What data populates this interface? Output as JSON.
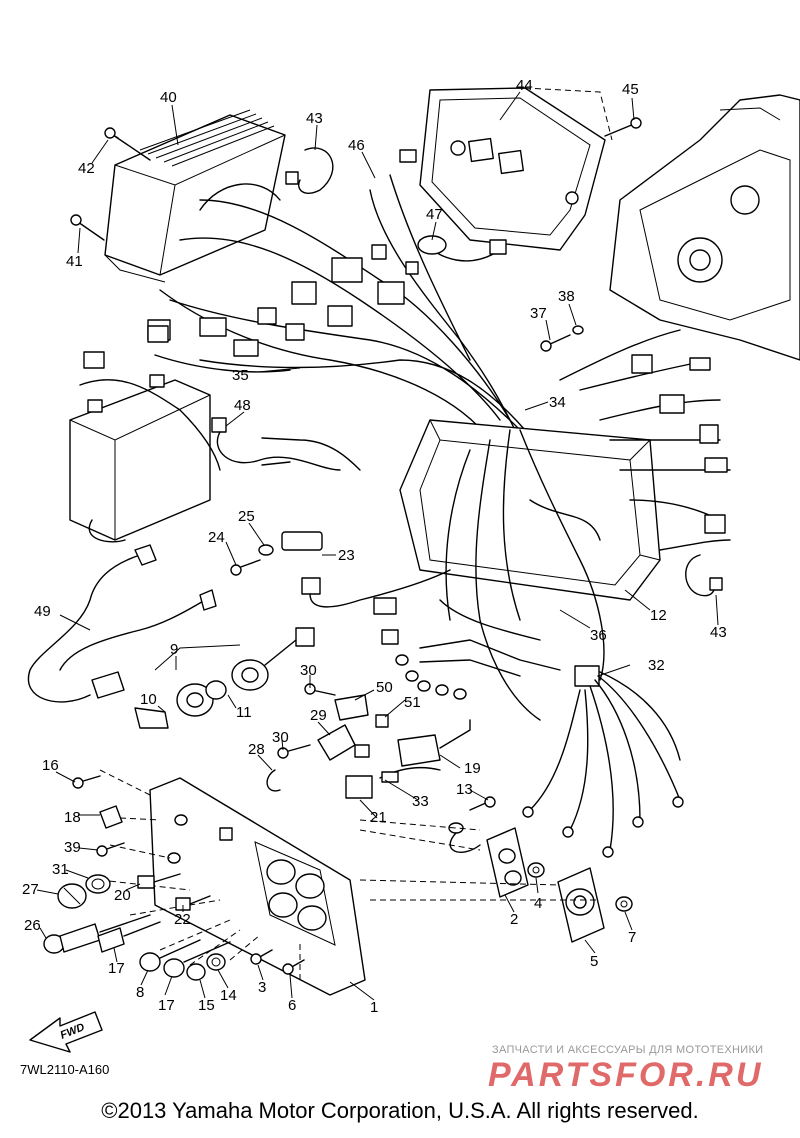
{
  "diagram": {
    "callouts": [
      {
        "id": "40",
        "label": "40"
      },
      {
        "id": "42",
        "label": "42"
      },
      {
        "id": "41",
        "label": "41"
      },
      {
        "id": "43a",
        "label": "43"
      },
      {
        "id": "46",
        "label": "46"
      },
      {
        "id": "44",
        "label": "44"
      },
      {
        "id": "45",
        "label": "45"
      },
      {
        "id": "47",
        "label": "47"
      },
      {
        "id": "37",
        "label": "37"
      },
      {
        "id": "38",
        "label": "38"
      },
      {
        "id": "35",
        "label": "35"
      },
      {
        "id": "34",
        "label": "34"
      },
      {
        "id": "48",
        "label": "48"
      },
      {
        "id": "25",
        "label": "25"
      },
      {
        "id": "24",
        "label": "24"
      },
      {
        "id": "23",
        "label": "23"
      },
      {
        "id": "12",
        "label": "12"
      },
      {
        "id": "43b",
        "label": "43"
      },
      {
        "id": "49",
        "label": "49"
      },
      {
        "id": "9",
        "label": "9"
      },
      {
        "id": "36",
        "label": "36"
      },
      {
        "id": "32",
        "label": "32"
      },
      {
        "id": "30a",
        "label": "30"
      },
      {
        "id": "50",
        "label": "50"
      },
      {
        "id": "10",
        "label": "10"
      },
      {
        "id": "11",
        "label": "11"
      },
      {
        "id": "29",
        "label": "29"
      },
      {
        "id": "51",
        "label": "51"
      },
      {
        "id": "28",
        "label": "28"
      },
      {
        "id": "30b",
        "label": "30"
      },
      {
        "id": "19",
        "label": "19"
      },
      {
        "id": "16",
        "label": "16"
      },
      {
        "id": "33",
        "label": "33"
      },
      {
        "id": "13",
        "label": "13"
      },
      {
        "id": "18",
        "label": "18"
      },
      {
        "id": "21",
        "label": "21"
      },
      {
        "id": "39",
        "label": "39"
      },
      {
        "id": "31",
        "label": "31"
      },
      {
        "id": "20",
        "label": "20"
      },
      {
        "id": "27",
        "label": "27"
      },
      {
        "id": "22",
        "label": "22"
      },
      {
        "id": "4",
        "label": "4"
      },
      {
        "id": "26",
        "label": "26"
      },
      {
        "id": "2",
        "label": "2"
      },
      {
        "id": "7",
        "label": "7"
      },
      {
        "id": "17a",
        "label": "17"
      },
      {
        "id": "5",
        "label": "5"
      },
      {
        "id": "3",
        "label": "3"
      },
      {
        "id": "8",
        "label": "8"
      },
      {
        "id": "14",
        "label": "14"
      },
      {
        "id": "17b",
        "label": "17"
      },
      {
        "id": "15",
        "label": "15"
      },
      {
        "id": "6",
        "label": "6"
      },
      {
        "id": "1",
        "label": "1"
      }
    ],
    "fwd_label": "FWD",
    "part_code": "7WL2110-A160"
  },
  "watermark": {
    "top_text": "ЗАПЧАСТИ И АКСЕССУАРЫ ДЛЯ МОТОТЕХНИКИ",
    "logo_text": "PARTSFOR.RU"
  },
  "footer": {
    "copyright": "©2013 Yamaha Motor Corporation, U.S.A. All rights reserved."
  }
}
